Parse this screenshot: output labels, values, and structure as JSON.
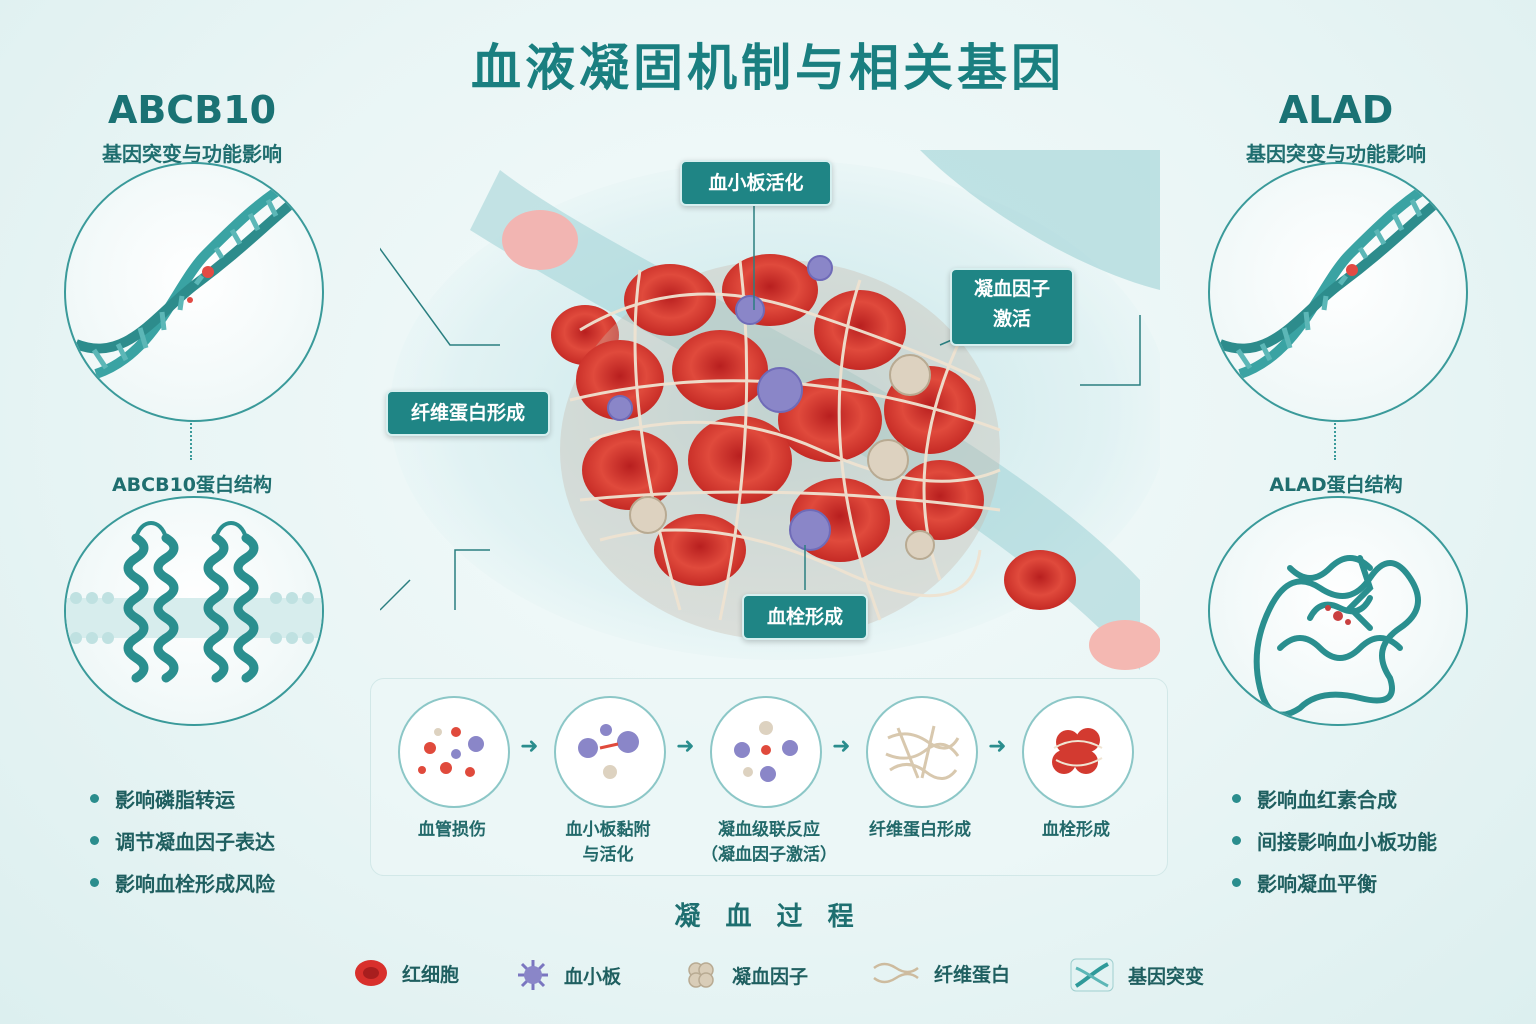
{
  "title": "血液凝固机制与相关基因",
  "left_gene": {
    "name": "ABCB10",
    "subtitle": "基因突变与功能影响",
    "structure_label": "ABCB10蛋白结构",
    "effects": [
      "影响磷脂转运",
      "调节凝血因子表达",
      "影响血栓形成风险"
    ]
  },
  "right_gene": {
    "name": "ALAD",
    "subtitle": "基因突变与功能影响",
    "structure_label": "ALAD蛋白结构",
    "effects": [
      "影响血红素合成",
      "间接影响血小板功能",
      "影响凝血平衡"
    ]
  },
  "callouts": {
    "platelet_activation": "血小板活化",
    "factor_activation_line1": "凝血因子",
    "factor_activation_line2": "激活",
    "fibrin_formation": "纤维蛋白形成",
    "thrombus_formation": "血栓形成"
  },
  "process": {
    "title": "凝 血 过 程",
    "steps": [
      {
        "line1": "血管损伤",
        "line2": ""
      },
      {
        "line1": "血小板黏附",
        "line2": "与活化"
      },
      {
        "line1": "凝血级联反应",
        "line2": "（凝血因子激活）"
      },
      {
        "line1": "纤维蛋白形成",
        "line2": ""
      },
      {
        "line1": "血栓形成",
        "line2": ""
      }
    ]
  },
  "legend": [
    {
      "icon": "red-blood-cell-icon",
      "label": "红细胞"
    },
    {
      "icon": "platelet-icon",
      "label": "血小板"
    },
    {
      "icon": "clotting-factor-icon",
      "label": "凝血因子"
    },
    {
      "icon": "fibrin-icon",
      "label": "纤维蛋白"
    },
    {
      "icon": "gene-mutation-icon",
      "label": "基因突变"
    }
  ],
  "colors": {
    "teal": "#1f8585",
    "red_cell": "#d8302c",
    "platelet": "#8a86c8",
    "factor": "#d9cdb8"
  }
}
